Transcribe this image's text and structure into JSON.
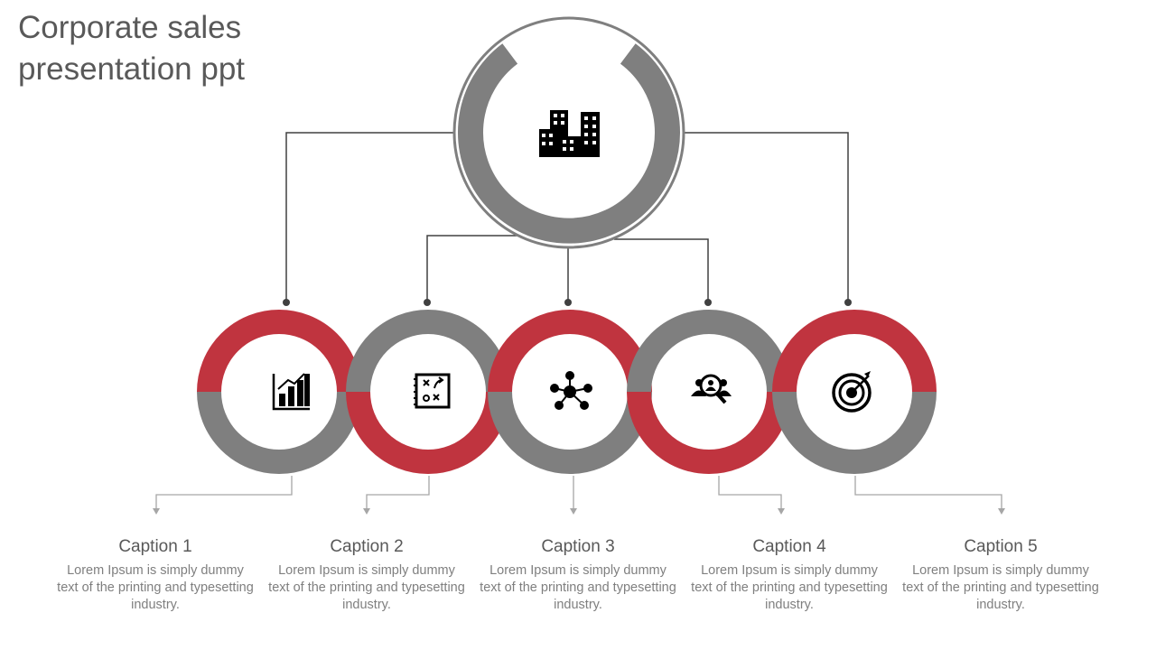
{
  "title": {
    "line1": "Corporate sales",
    "line2": "presentation ppt"
  },
  "colors": {
    "red": "#c0343f",
    "gray": "#7f7f7f",
    "dark": "#111111",
    "text": "#595959"
  },
  "hub": {
    "icon": "buildings-icon"
  },
  "items": [
    {
      "icon": "bar-chart-growth-icon",
      "caption": "Caption 1",
      "body": "Lorem Ipsum is simply dummy text of the printing and typesetting industry."
    },
    {
      "icon": "strategy-board-icon",
      "caption": "Caption 2",
      "body": "Lorem Ipsum is simply dummy text of the printing and typesetting industry."
    },
    {
      "icon": "network-hub-icon",
      "caption": "Caption 3",
      "body": "Lorem Ipsum is simply dummy text of the printing and typesetting industry."
    },
    {
      "icon": "team-search-icon",
      "caption": "Caption 4",
      "body": "Lorem Ipsum is simply dummy text of the printing and typesetting industry."
    },
    {
      "icon": "target-icon",
      "caption": "Caption 5",
      "body": "Lorem Ipsum is simply dummy text of the printing and typesetting industry."
    }
  ]
}
